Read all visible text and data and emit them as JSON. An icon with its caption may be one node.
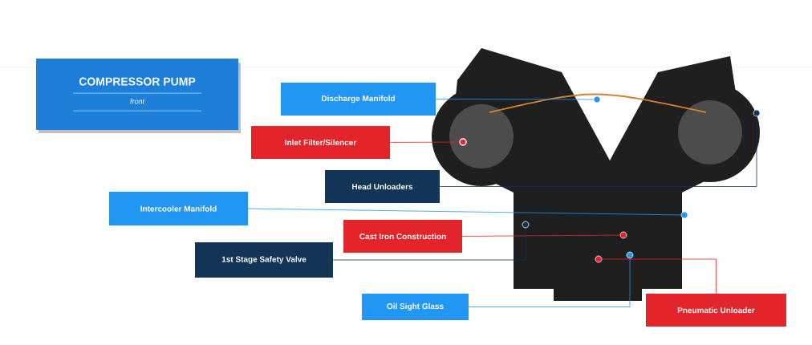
{
  "diagram": {
    "nodes": [
      {
        "text": [
          "COMPRESSOR PUMP",
          "front"
        ]
      },
      {
        "text": [],
        "shape": "picture"
      },
      {
        "text": [
          "Discharge Manifold"
        ]
      },
      {
        "text": [
          "Inlet Filter/Silencer"
        ]
      },
      {
        "text": [
          "Head Unloaders"
        ]
      },
      {
        "text": [
          "Intercooler Manifold"
        ]
      },
      {
        "text": [
          "Cast Iron Construction"
        ]
      },
      {
        "text": [
          "1st Stage Safety Valve"
        ]
      },
      {
        "text": [
          "Oil Sight Glass"
        ]
      },
      {
        "text": [
          "Pneumatic Unloader"
        ]
      },
      {
        "text": [],
        "shape": "circle"
      },
      {
        "text": [],
        "shape": "circle",
        "in": 1
      },
      {
        "text": [],
        "shape": "circle"
      },
      {
        "text": [],
        "shape": "circle"
      },
      {
        "text": [],
        "shape": "circle"
      },
      {
        "text": [],
        "shape": "circle"
      },
      {
        "text": [],
        "shape": "circle"
      },
      {
        "text": [],
        "shape": "circle"
      }
    ],
    "edges": [
      {
        "from": 2,
        "to": 10,
        "arrow": "none",
        "color": "#2196f3"
      },
      {
        "from": 3,
        "to": 11,
        "arrow": "none",
        "color": "#e3242b"
      },
      {
        "from": 4,
        "to": 12,
        "arrow": "none",
        "color": "#123456"
      },
      {
        "from": 5,
        "to": 13,
        "arrow": "none",
        "color": "#2196f3"
      },
      {
        "from": 6,
        "to": 14,
        "arrow": "none",
        "color": "#e3242b"
      },
      {
        "from": 7,
        "to": 15,
        "arrow": "none",
        "color": "#123456"
      },
      {
        "from": 8,
        "to": 16,
        "arrow": "none",
        "color": "#2196f3"
      },
      {
        "from": 9,
        "to": 17,
        "arrow": "none",
        "color": "#e3242b"
      }
    ]
  }
}
